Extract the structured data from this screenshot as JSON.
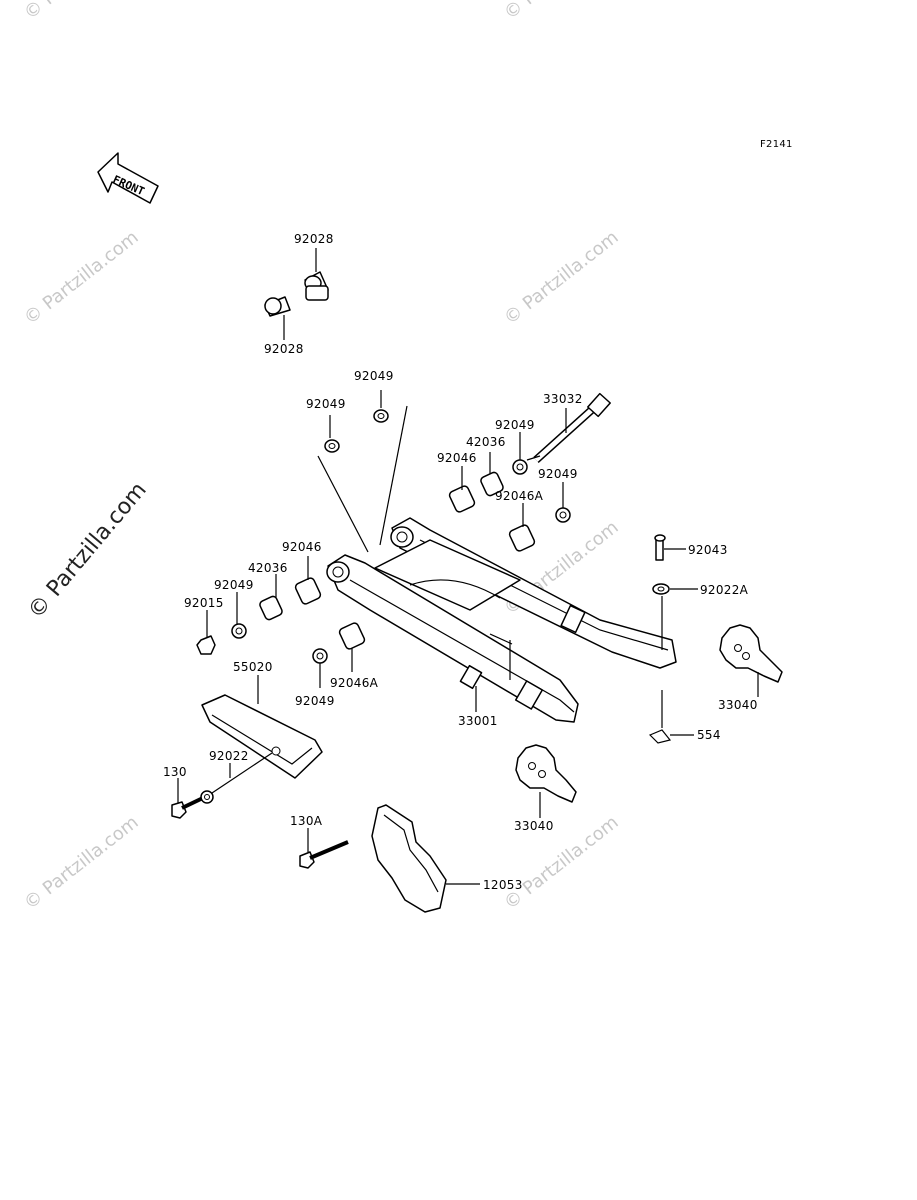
{
  "diagram": {
    "ref_code": "F2141",
    "front_label": "FRONT",
    "watermarks": {
      "small": "© Partzilla.com",
      "big": "© Partzilla.com"
    },
    "part_labels": {
      "p92028_top": "92028",
      "p92028_bottom": "92028",
      "p92049_a": "92049",
      "p92049_b": "92049",
      "p33032": "33032",
      "p92049_c": "92049",
      "p42036_a": "42036",
      "p92046_a": "92046",
      "p92049_d": "92049",
      "p92046A_a": "92046A",
      "p92043": "92043",
      "p92022A": "92022A",
      "p92046_b": "92046",
      "p42036_b": "42036",
      "p92049_e": "92049",
      "p92015": "92015",
      "p55020": "55020",
      "p92046A_b": "92046A",
      "p92049_f": "92049",
      "p33001": "33001",
      "p33040_a": "33040",
      "p554": "554",
      "p92022": "92022",
      "p130": "130",
      "p33040_b": "33040",
      "p130A": "130A",
      "p12053": "12053"
    }
  }
}
